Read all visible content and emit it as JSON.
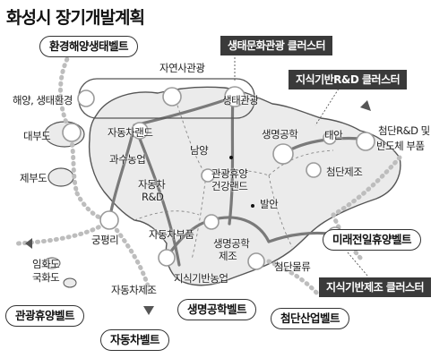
{
  "title": "화성시 장기개발계획",
  "belts": {
    "eco": "환경해양생태벨트",
    "tourism": "관광휴양벨트",
    "auto": "자동차벨트",
    "biotech": "생명공학벨트",
    "hitech": "첨단산업벨트",
    "future": "미래전일휴양벨트"
  },
  "clusters": {
    "eco_culture": "생태문화관광 클러스터",
    "knowledge_rd": "지식기반R&D 클러스터",
    "knowledge_mfg": "지식기반제조 클러스터"
  },
  "places": {
    "nature_tourism": "자연사관광",
    "marine_eco": "해양, 생태환경",
    "eco_tourism": "생태관광",
    "daebudo": "대부도",
    "jebudo": "제부도",
    "auto_land": "자동차랜드",
    "namyang": "남양",
    "fruit_farming": "과수농업",
    "biotech": "생명공학",
    "taean": "태안",
    "hitech_rd": "첨단R&D 및",
    "semiconductor": "반도체 부품",
    "hitech_mfg": "첨단제조",
    "auto_rd_1": "자동차",
    "auto_rd_2": "R&D",
    "resort_1": "관광휴양",
    "resort_2": "건강랜드",
    "balan": "발안",
    "gungpyeong": "궁평리",
    "auto_parts": "자동차부품",
    "biotech_mfg_1": "생명공학",
    "biotech_mfg_2": "제조",
    "imhwado": "임화도",
    "gukhwado": "국화도",
    "knowledge_agri": "지식기반농업",
    "hitech_logistics": "첨단물류",
    "auto_mfg": "자동차제조"
  }
}
